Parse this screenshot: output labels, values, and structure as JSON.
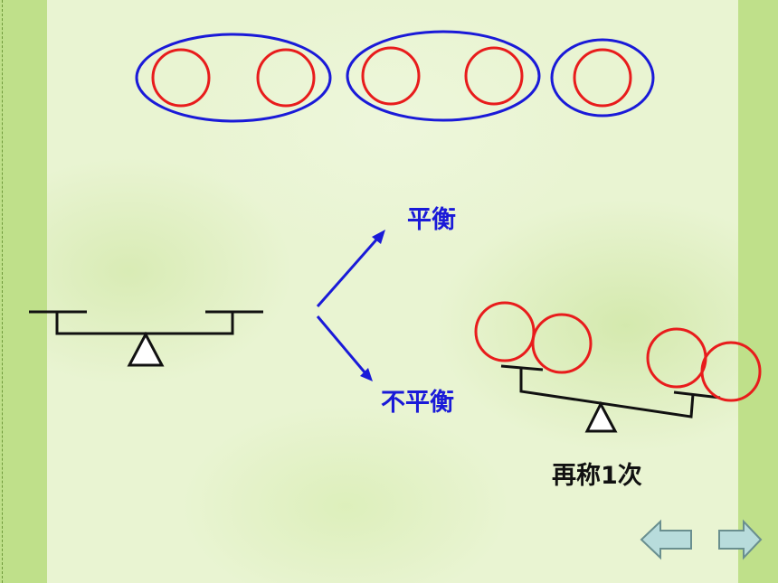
{
  "labels": {
    "balanced": "平衡",
    "unbalanced": "不平衡",
    "weigh_again": "再称1次"
  },
  "colors": {
    "group_ellipse": "#1a1ad8",
    "ball": "#e81c1c",
    "arrow": "#1a1ad8",
    "label_blue": "#1a1ad8",
    "nav_button_fill": "#b8dcdc"
  },
  "groups": [
    {
      "balls": 2
    },
    {
      "balls": 2
    },
    {
      "balls": 1
    }
  ],
  "navigation": {
    "prev_icon": "left-arrow-icon",
    "next_icon": "right-arrow-icon"
  }
}
